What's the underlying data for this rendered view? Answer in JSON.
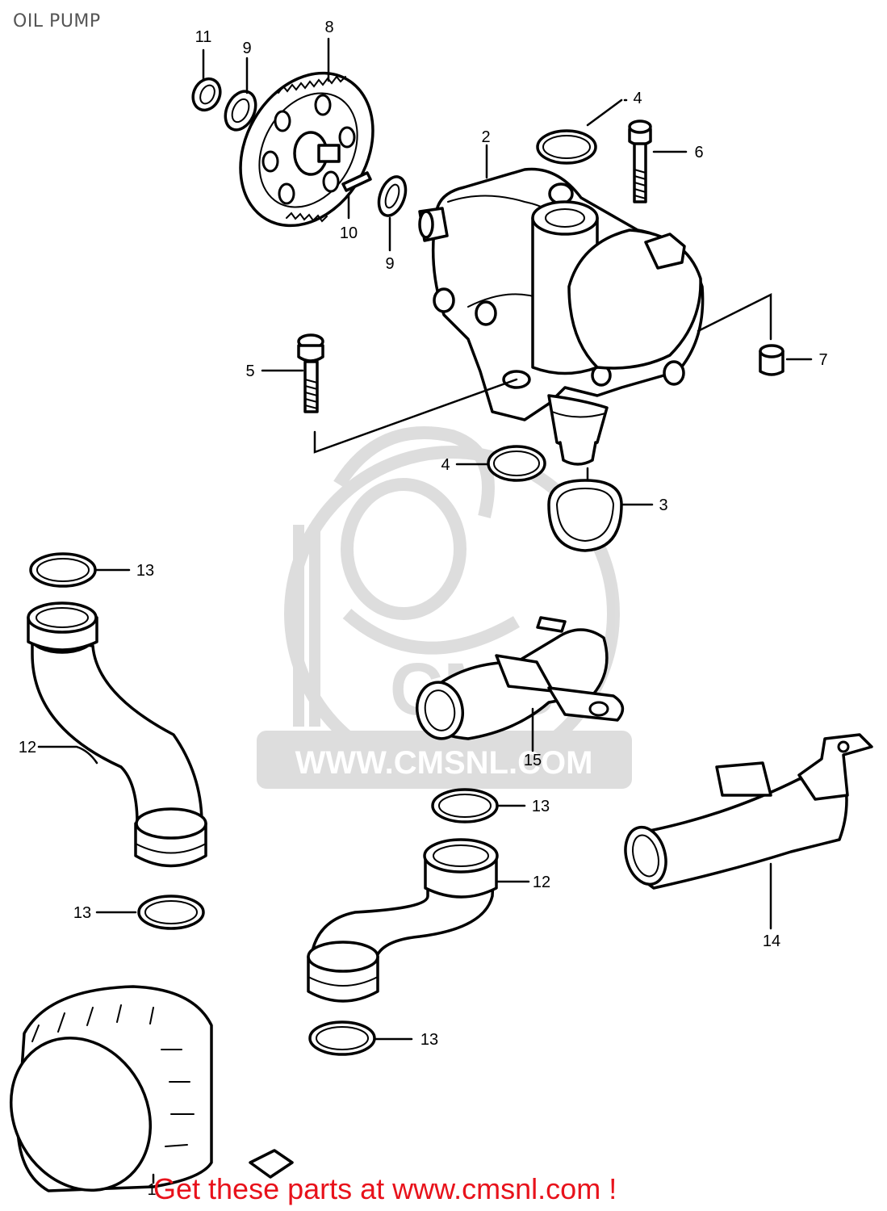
{
  "title": "OIL PUMP",
  "watermark": {
    "text": "WWW.CMSNL.COM",
    "logo_letters": "CMS"
  },
  "footer": {
    "text": "Get these parts at www.cmsnl.com !",
    "color": "#e8121b"
  },
  "callouts": [
    "1",
    "2",
    "3",
    "4",
    "5",
    "6",
    "7",
    "8",
    "9",
    "10",
    "11",
    "12",
    "13",
    "14",
    "15"
  ],
  "labels": {
    "l11": "11",
    "l9a": "9",
    "l8": "8",
    "l4a": "4",
    "l2": "2",
    "l6": "6",
    "l10": "10",
    "l9b": "9",
    "l5": "5",
    "l7": "7",
    "l4b": "4",
    "l3": "3",
    "l13a": "13",
    "l12a": "12",
    "l15": "15",
    "l13b": "13",
    "l13c": "13",
    "l12b": "12",
    "l14": "14",
    "l13d": "13",
    "l1": "1"
  }
}
